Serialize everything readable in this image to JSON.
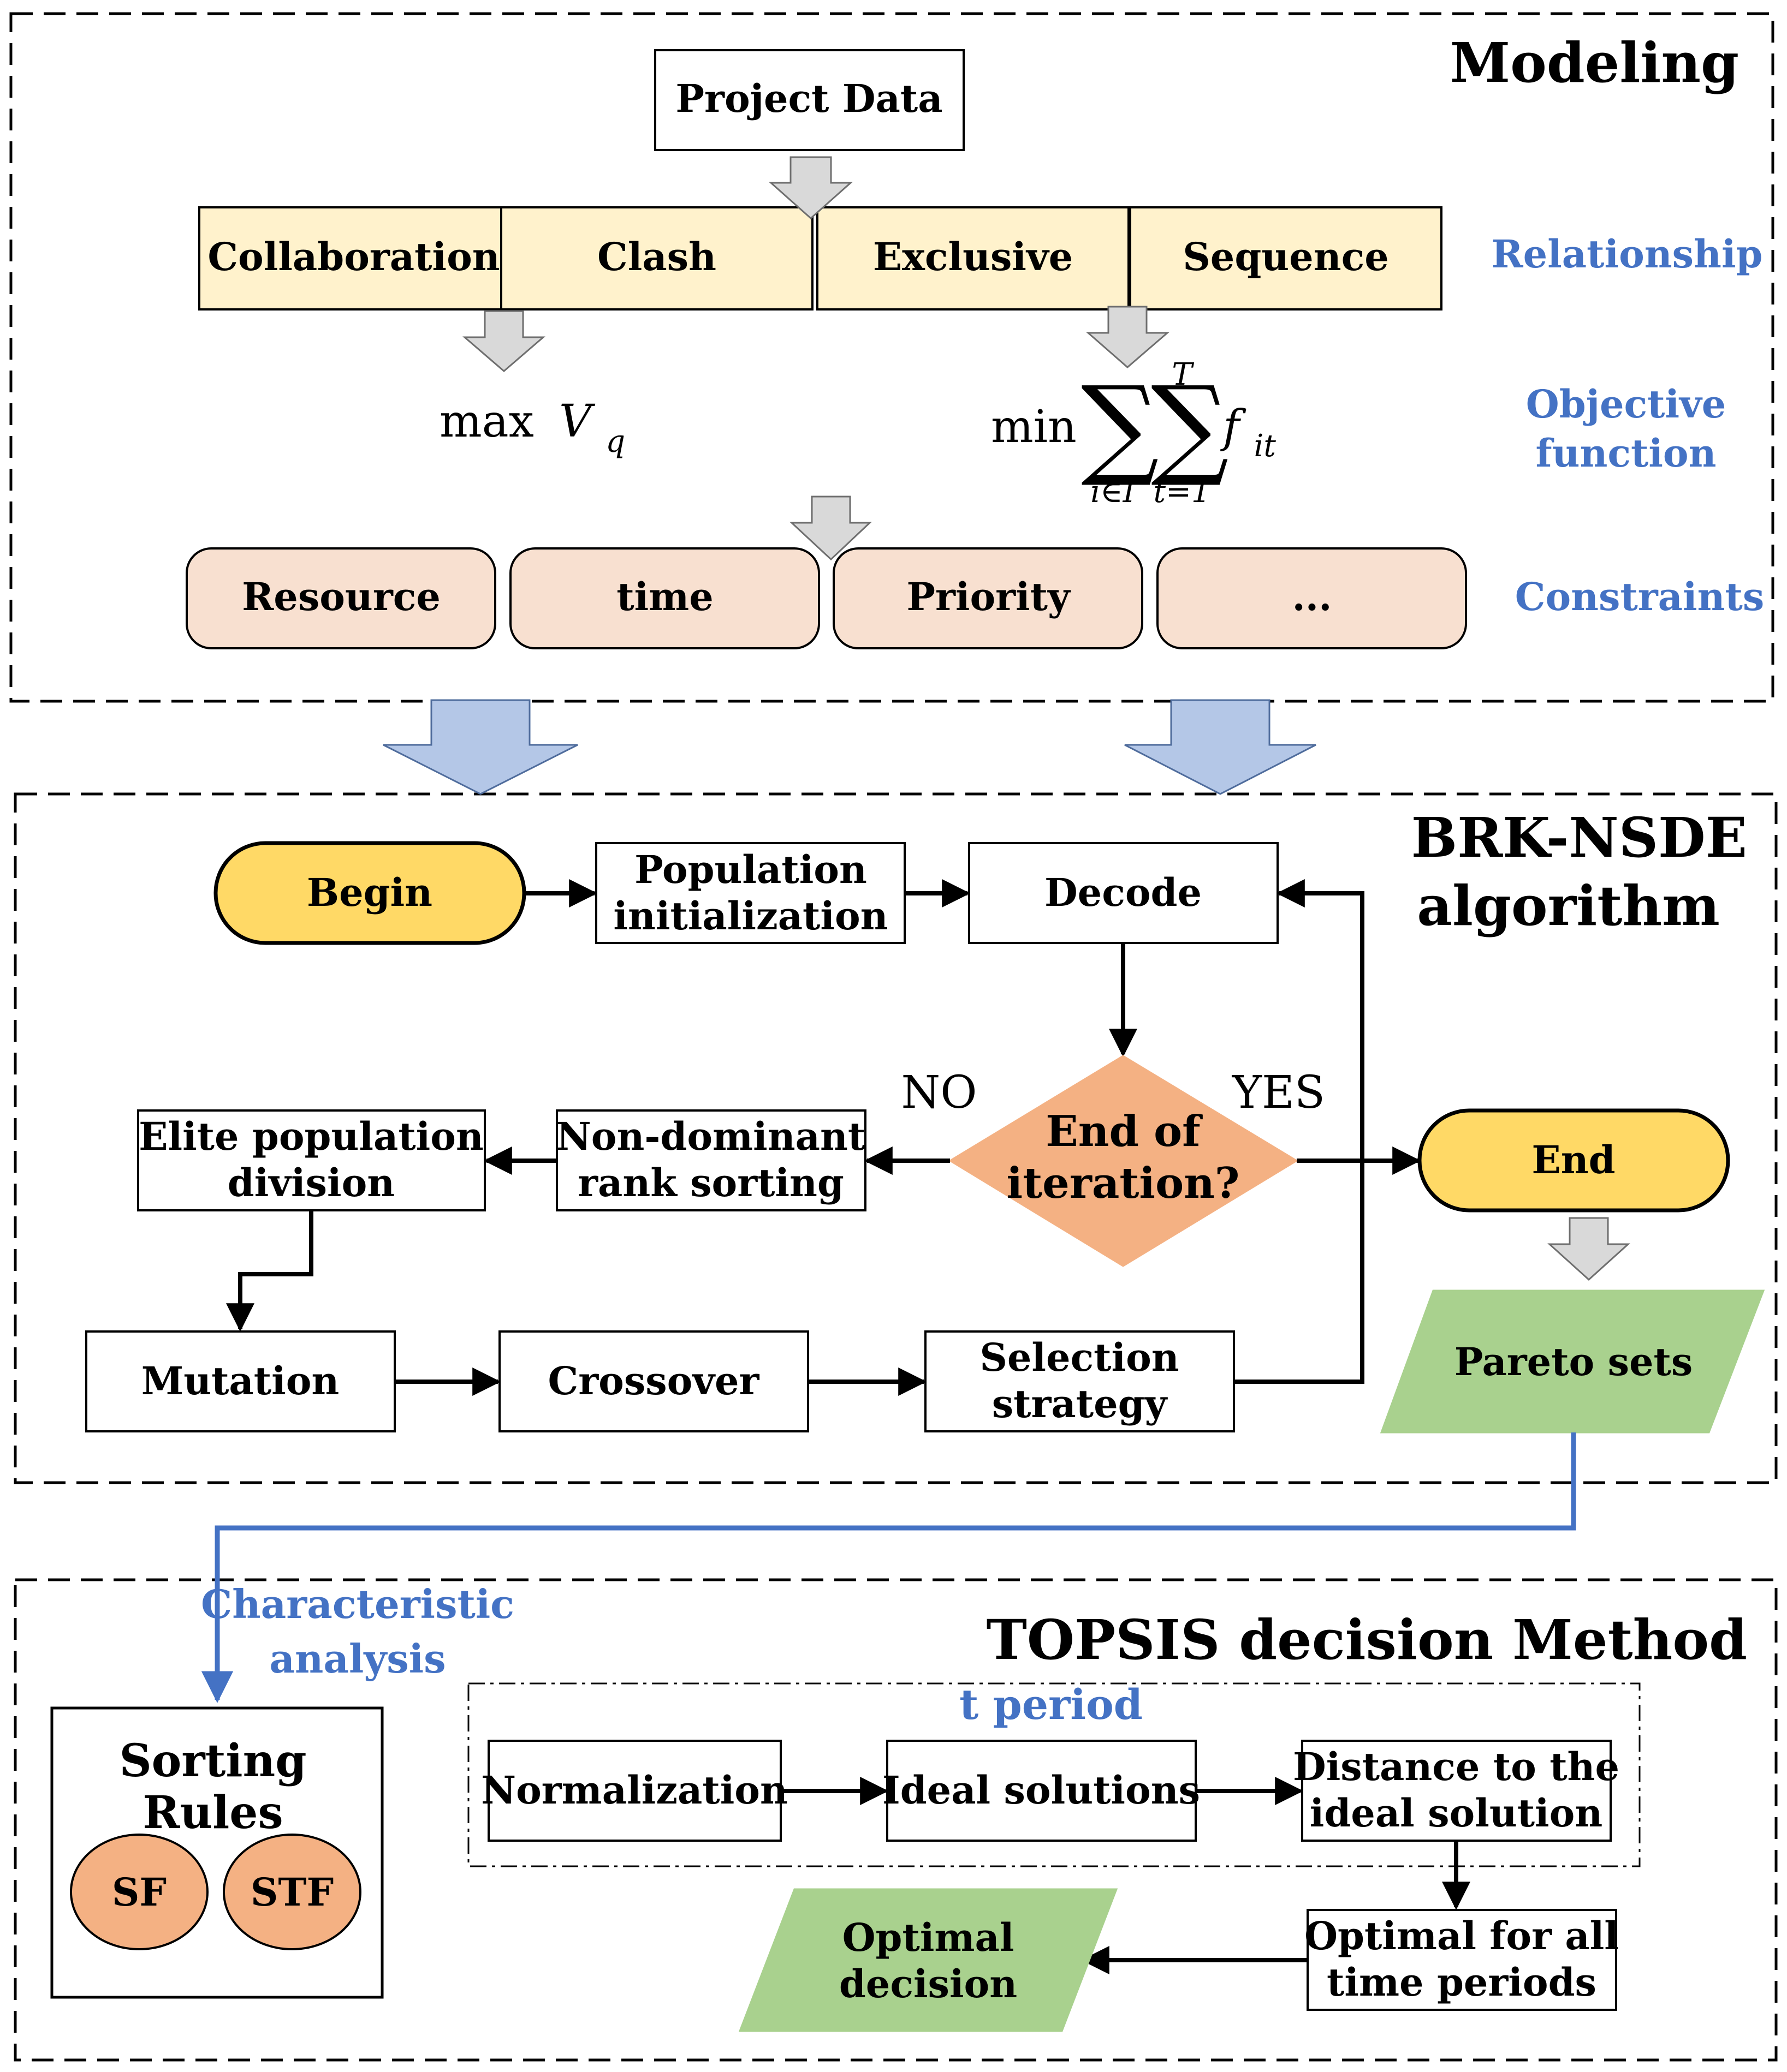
{
  "modeling": {
    "title": "Modeling",
    "project_data": "Project Data",
    "relationships": [
      "Collaboration",
      "Clash",
      "Exclusive",
      "Sequence"
    ],
    "relationship_label": "Relationship",
    "objective_label_line1": "Objective",
    "objective_label_line2": "function",
    "objective_max": "max",
    "objective_max_var": "V",
    "objective_max_sub": "q",
    "objective_min": "min",
    "sum1_lower": "i∈I",
    "sum2_upper": "T",
    "sum2_lower": "t=1",
    "objective_min_var": "f",
    "objective_min_sub": "it",
    "constraints": [
      "Resource",
      "time",
      "Priority",
      "..."
    ],
    "constraints_label": "Constraints"
  },
  "algorithm": {
    "title_line1": "BRK-NSDE",
    "title_line2": "algorithm",
    "begin": "Begin",
    "pop_init_line1": "Population",
    "pop_init_line2": "initialization",
    "decode": "Decode",
    "no_label": "NO",
    "yes_label": "YES",
    "decision_line1": "End of",
    "decision_line2": "iteration?",
    "end": "End",
    "nondom_line1": "Non-dominant",
    "nondom_line2": "rank sorting",
    "elite_line1": "Elite population",
    "elite_line2": "division",
    "mutation": "Mutation",
    "crossover": "Crossover",
    "selection_line1": "Selection",
    "selection_line2": "strategy",
    "pareto": "Pareto sets"
  },
  "topsis": {
    "title": "TOPSIS decision Method",
    "char_line1": "Characteristic",
    "char_line2": "analysis",
    "t_period": "t period",
    "sorting_line1": "Sorting",
    "sorting_line2": "Rules",
    "sf": "SF",
    "stf": "STF",
    "normalization": "Normalization",
    "ideal": "Ideal solutions",
    "distance_line1": "Distance to the",
    "distance_line2": "ideal solution",
    "optimal_all_line1": "Optimal for all",
    "optimal_all_line2": "time periods",
    "optimal_decision_line1": "Optimal",
    "optimal_decision_line2": "decision"
  },
  "colors": {
    "relationship_fill": "#FFF2CC",
    "constraint_fill": "#F8E0D0",
    "terminal_fill": "#FFD966",
    "decision_fill": "#F4B183",
    "output_fill": "#A9D18E",
    "ellipse_fill": "#F4B183",
    "big_arrow_fill": "#B4C7E7",
    "small_arrow_fill": "#D9D9D9",
    "label_blue": "#4472C4"
  }
}
